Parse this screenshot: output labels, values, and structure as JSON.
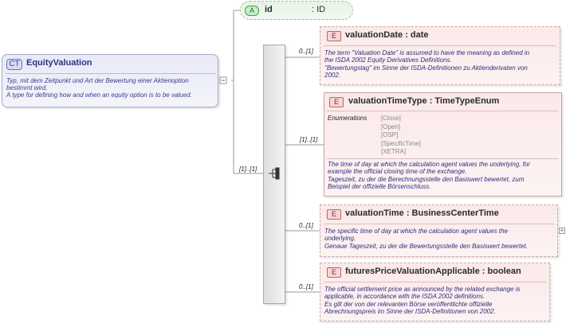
{
  "complex_type": {
    "badge": "CT",
    "name": "EquityValuation",
    "doc": [
      "Typ, mit dem Zeitpunkt und Art der Bewertung einer Aktienoption",
      "bestimmt wird.",
      "A type for defining how and when an equity option is to be valued."
    ]
  },
  "attribute": {
    "badge": "A",
    "name": "id",
    "type": ": ID"
  },
  "sequence": {
    "cardinality": "[1]..[1]"
  },
  "elements": [
    {
      "badge": "E",
      "name": "valuationDate",
      "type": ": date",
      "cardinality": "0..[1]",
      "doc": [
        "The term \"Valuation Date\" is assumed to have the meaning as defined in",
        "the ISDA 2002 Equity Derivatives Definitions.",
        "\"Bewertungstag\" im Sinne der ISDA-Definitionen zu Aktienderivaten von",
        "2002."
      ]
    },
    {
      "badge": "E",
      "name": "valuationTimeType",
      "type": ": TimeTypeEnum",
      "cardinality": "[1]..[1]",
      "enum_label": "Enumerations",
      "enumerations": [
        "[Close]",
        "[Open]",
        "[OSP]",
        "[SpecificTime]",
        "[XETRA]"
      ],
      "doc": [
        "The time of day at which the calculation agent values the underlying, for",
        "example the official closing time of the exchange.",
        "Tageszeit, zu der die Berechnungsstelle den Basiswert bewertet, zum",
        "Beispiel der offizielle Börsenschluss."
      ]
    },
    {
      "badge": "E",
      "name": "valuationTime",
      "type": ": BusinessCenterTime",
      "cardinality": "0..[1]",
      "expander": "+",
      "doc": [
        "The specific time of day at which the calculation agent values the",
        "underlying.",
        "Genaue Tageszeit, zu der die Bewertungsstelle den Basiswert bewertet."
      ]
    },
    {
      "badge": "E",
      "name": "futuresPriceValuationApplicable",
      "type": ": boolean",
      "cardinality": "0..[1]",
      "doc": [
        "The official settlement price as announced by the related exchange is",
        "applicable, in accordance with the ISDA 2002 definitions.",
        "Es gilt der von der relevanten Börse veröffentlichte offizielle",
        "Abrechnungspreis im Sinne der ISDA-Definitionen von 2002."
      ]
    }
  ],
  "colors": {
    "complex_type": "#2b3288",
    "element_bg": "#fbe9e9",
    "attribute_bg": "#e4f3e4",
    "documentation": "#2d2f7d"
  }
}
